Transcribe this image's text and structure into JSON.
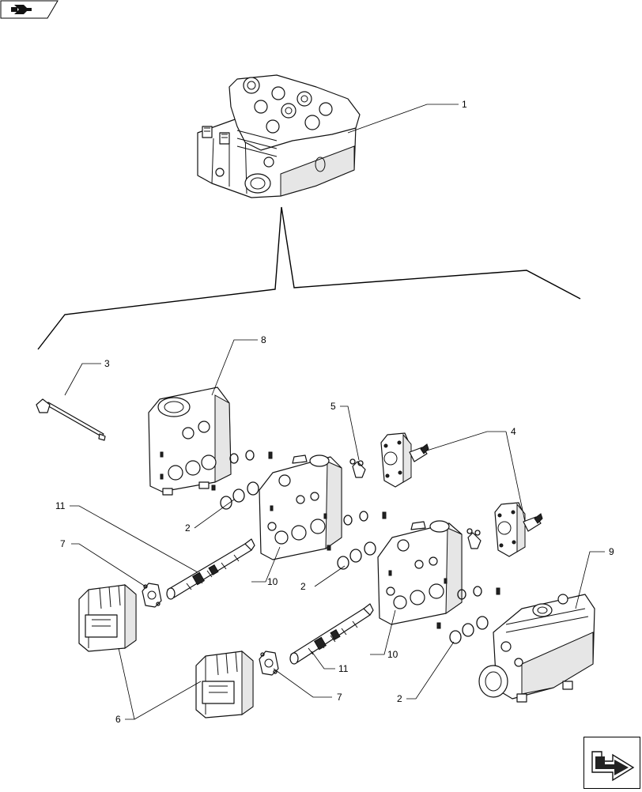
{
  "callouts": [
    {
      "id": "c1",
      "label": "1"
    },
    {
      "id": "c3",
      "label": "3"
    },
    {
      "id": "c8",
      "label": "8"
    },
    {
      "id": "c5",
      "label": "5"
    },
    {
      "id": "c4",
      "label": "4"
    },
    {
      "id": "c11a",
      "label": "11"
    },
    {
      "id": "c7a",
      "label": "7"
    },
    {
      "id": "c2a",
      "label": "2"
    },
    {
      "id": "c10a",
      "label": "10"
    },
    {
      "id": "c2b",
      "label": "2"
    },
    {
      "id": "c9",
      "label": "9"
    },
    {
      "id": "c10b",
      "label": "10"
    },
    {
      "id": "c11b",
      "label": "11"
    },
    {
      "id": "c7b",
      "label": "7"
    },
    {
      "id": "c6",
      "label": "6"
    },
    {
      "id": "c2c",
      "label": "2"
    }
  ],
  "nav": {
    "top_icon": "back-arrow-icon",
    "bottom_icon": "next-arrow-icon"
  }
}
